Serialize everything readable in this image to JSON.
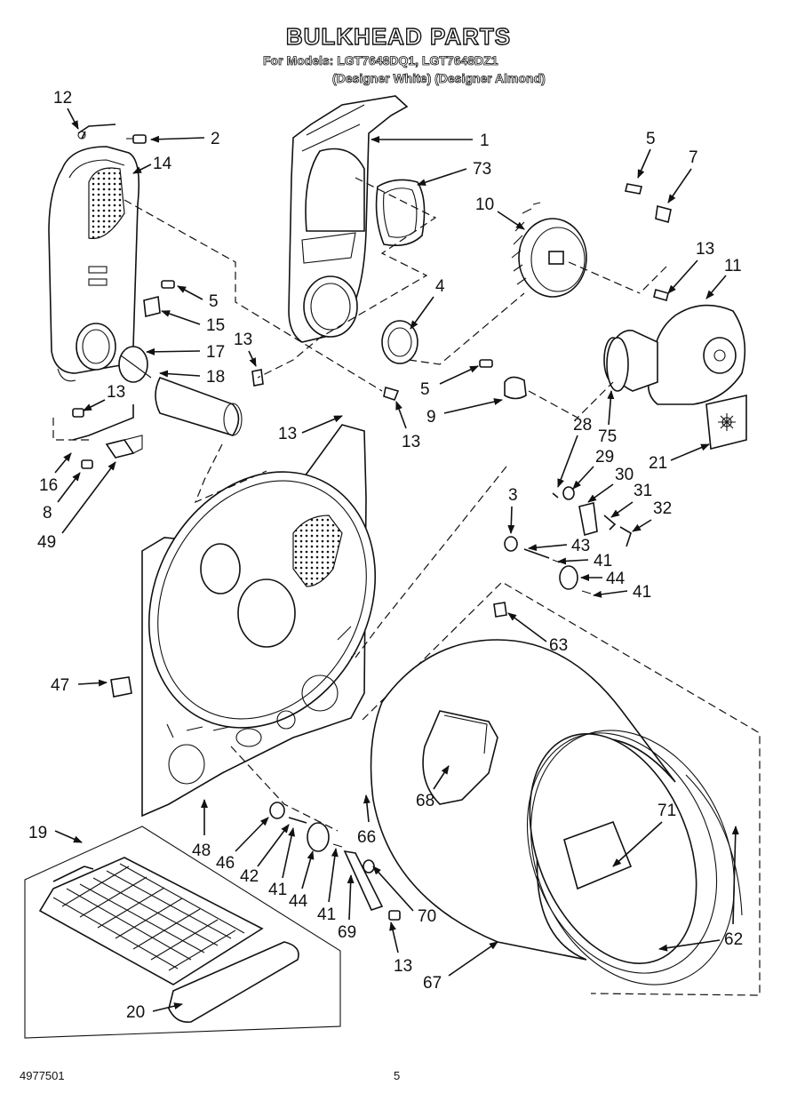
{
  "title": "BULKHEAD PARTS",
  "models_line": "For Models: LGT7648DQ1, LGT7648DZ1",
  "variants_line": "(Designer White) (Designer Almond)",
  "footer": {
    "doc_number": "4977501",
    "page": "5"
  },
  "callouts": [
    {
      "id": "c12",
      "label": "12"
    },
    {
      "id": "c2",
      "label": "2"
    },
    {
      "id": "c14",
      "label": "14"
    },
    {
      "id": "c1",
      "label": "1"
    },
    {
      "id": "c73",
      "label": "73"
    },
    {
      "id": "c5a",
      "label": "5"
    },
    {
      "id": "c7",
      "label": "7"
    },
    {
      "id": "c10",
      "label": "10"
    },
    {
      "id": "c13a",
      "label": "13"
    },
    {
      "id": "c11",
      "label": "11"
    },
    {
      "id": "c4",
      "label": "4"
    },
    {
      "id": "c5b",
      "label": "5"
    },
    {
      "id": "c15",
      "label": "15"
    },
    {
      "id": "c17",
      "label": "17"
    },
    {
      "id": "c13b",
      "label": "13"
    },
    {
      "id": "c18",
      "label": "18"
    },
    {
      "id": "c13c",
      "label": "13"
    },
    {
      "id": "c5c",
      "label": "5"
    },
    {
      "id": "c9",
      "label": "9"
    },
    {
      "id": "c13d",
      "label": "13"
    },
    {
      "id": "c28",
      "label": "28"
    },
    {
      "id": "c75",
      "label": "75"
    },
    {
      "id": "c13e",
      "label": "13"
    },
    {
      "id": "c16",
      "label": "16"
    },
    {
      "id": "c8",
      "label": "8"
    },
    {
      "id": "c49",
      "label": "49"
    },
    {
      "id": "c21",
      "label": "21"
    },
    {
      "id": "c29",
      "label": "29"
    },
    {
      "id": "c30",
      "label": "30"
    },
    {
      "id": "c31",
      "label": "31"
    },
    {
      "id": "c32",
      "label": "32"
    },
    {
      "id": "c3",
      "label": "3"
    },
    {
      "id": "c43",
      "label": "43"
    },
    {
      "id": "c41a",
      "label": "41"
    },
    {
      "id": "c44a",
      "label": "44"
    },
    {
      "id": "c41b",
      "label": "41"
    },
    {
      "id": "c63",
      "label": "63"
    },
    {
      "id": "c47",
      "label": "47"
    },
    {
      "id": "c68",
      "label": "68"
    },
    {
      "id": "c71",
      "label": "71"
    },
    {
      "id": "c19",
      "label": "19"
    },
    {
      "id": "c48",
      "label": "48"
    },
    {
      "id": "c46",
      "label": "46"
    },
    {
      "id": "c42",
      "label": "42"
    },
    {
      "id": "c41c",
      "label": "41"
    },
    {
      "id": "c44b",
      "label": "44"
    },
    {
      "id": "c41d",
      "label": "41"
    },
    {
      "id": "c69",
      "label": "69"
    },
    {
      "id": "c70",
      "label": "70"
    },
    {
      "id": "c66",
      "label": "66"
    },
    {
      "id": "c62",
      "label": "62"
    },
    {
      "id": "c13f",
      "label": "13"
    },
    {
      "id": "c67",
      "label": "67"
    },
    {
      "id": "c20",
      "label": "20"
    }
  ]
}
